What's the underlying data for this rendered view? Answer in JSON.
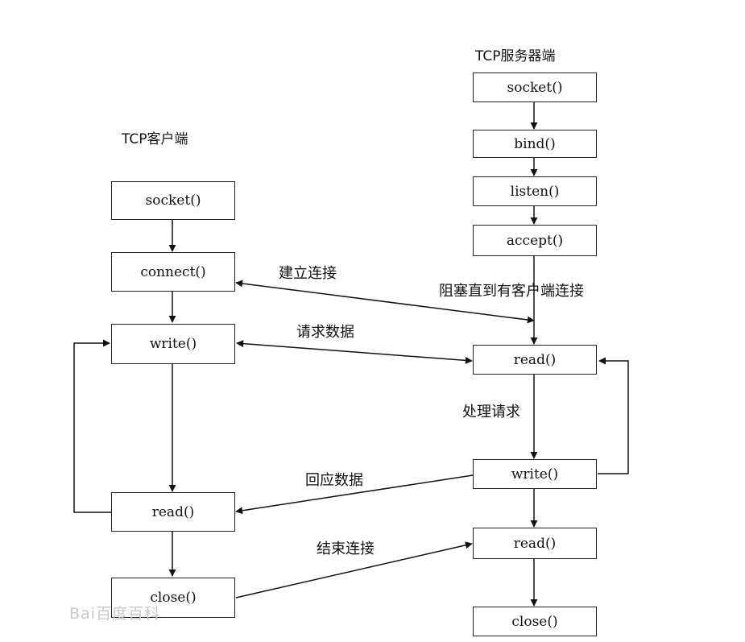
{
  "client": {
    "title": "TCP客户端",
    "nodes": {
      "socket": "socket()",
      "connect": "connect()",
      "write": "write()",
      "read": "read()",
      "close": "close()"
    }
  },
  "server": {
    "title": "TCP服务器端",
    "nodes": {
      "socket": "socket()",
      "bind": "bind()",
      "listen": "listen()",
      "accept": "accept()",
      "read": "read()",
      "write": "write()",
      "read2": "read()",
      "close": "close()"
    }
  },
  "edge_labels": {
    "establish": "建立连接",
    "block": "阻塞直到有客户端连接",
    "request": "请求数据",
    "process": "处理请求",
    "reply": "回应数据",
    "end": "结束连接"
  },
  "watermark": "Bai百度百科"
}
